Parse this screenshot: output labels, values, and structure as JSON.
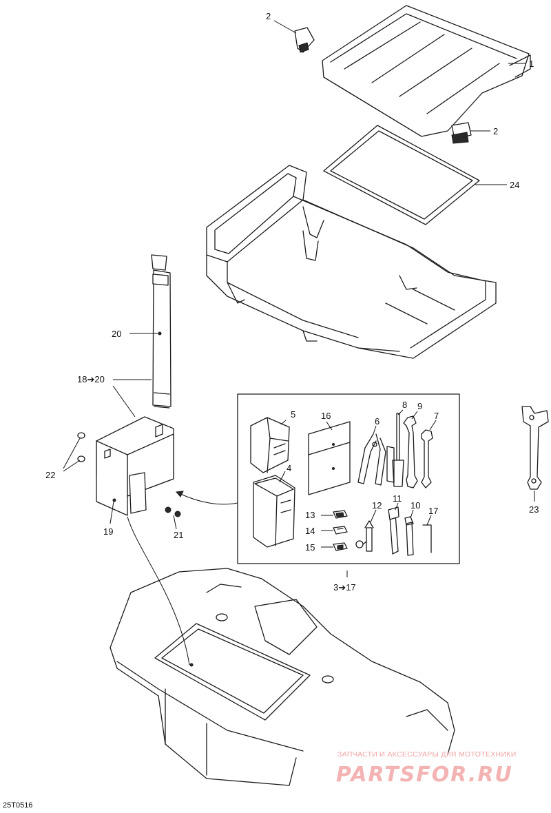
{
  "diagram": {
    "drawing_code": "25T0516",
    "callouts": {
      "c1": "1",
      "c2a": "2",
      "c2b": "2",
      "c4": "4",
      "c5": "5",
      "c6": "6",
      "c7": "7",
      "c8": "8",
      "c9": "9",
      "c10": "10",
      "c11": "11",
      "c12": "12",
      "c13": "13",
      "c14": "14",
      "c15": "15",
      "c16": "16",
      "c17": "17",
      "c18_20": "18➔20",
      "c19": "19",
      "c20": "20",
      "c21": "21",
      "c22": "22",
      "c23": "23",
      "c24": "24",
      "c3_17": "3➔17"
    }
  },
  "watermark": {
    "tagline": "ЗАПЧАСТИ И АКСЕССУАРЫ ДЛЯ МОТОТЕХНИКИ",
    "brand": "PARTSFOR.RU"
  }
}
